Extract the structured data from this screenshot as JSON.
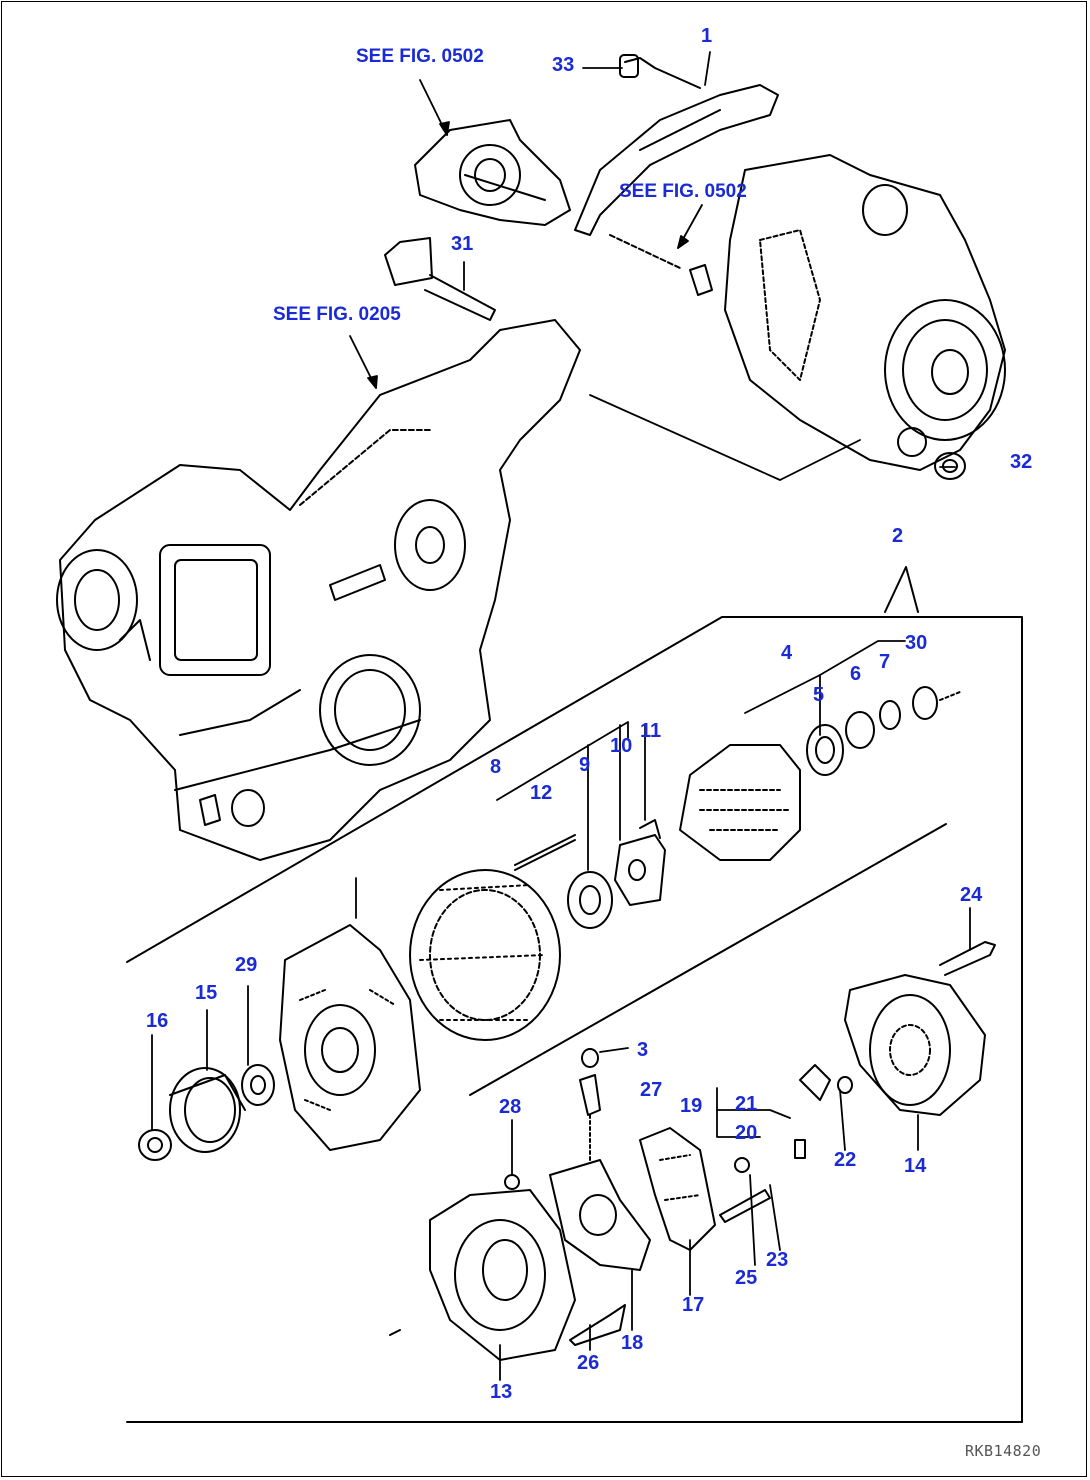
{
  "references": {
    "fig0502_top": "SEE FIG. 0502",
    "fig0502_mid": "SEE FIG. 0502",
    "fig0205": "SEE FIG. 0205"
  },
  "callouts": {
    "n1": "1",
    "n2": "2",
    "n3": "3",
    "n4": "4",
    "n5": "5",
    "n6": "6",
    "n7": "7",
    "n8": "8",
    "n9": "9",
    "n10": "10",
    "n11": "11",
    "n12": "12",
    "n13": "13",
    "n14": "14",
    "n15": "15",
    "n16": "16",
    "n17": "17",
    "n18": "18",
    "n19": "19",
    "n20": "20",
    "n21": "21",
    "n22": "22",
    "n23": "23",
    "n24": "24",
    "n25": "25",
    "n26": "26",
    "n27": "27",
    "n28": "28",
    "n29": "29",
    "n30": "30",
    "n31": "31",
    "n32": "32",
    "n33": "33"
  },
  "drawing_code": "RKB14820",
  "colors": {
    "callout": "#1a2bd6",
    "line": "#000000"
  }
}
